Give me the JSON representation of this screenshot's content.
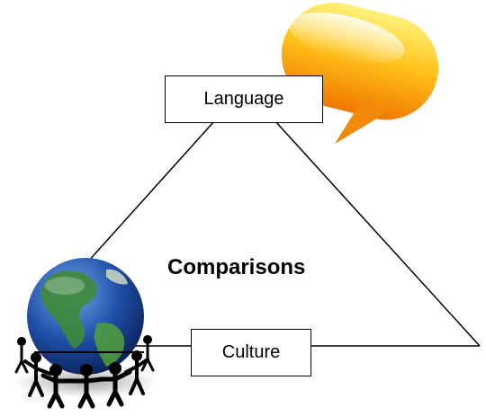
{
  "diagram": {
    "top_label": "Language",
    "bottom_label": "Culture",
    "center_label": "Comparisons",
    "colors": {
      "line": "#000000",
      "bubble_light": "#ffe45a",
      "bubble_mid": "#ffb400",
      "bubble_dark": "#f07800",
      "ocean": "#1f4fa8",
      "land": "#3f8a3a"
    },
    "icons": [
      "speech-bubble-icon",
      "globe-icon",
      "people-circle-icon"
    ]
  }
}
